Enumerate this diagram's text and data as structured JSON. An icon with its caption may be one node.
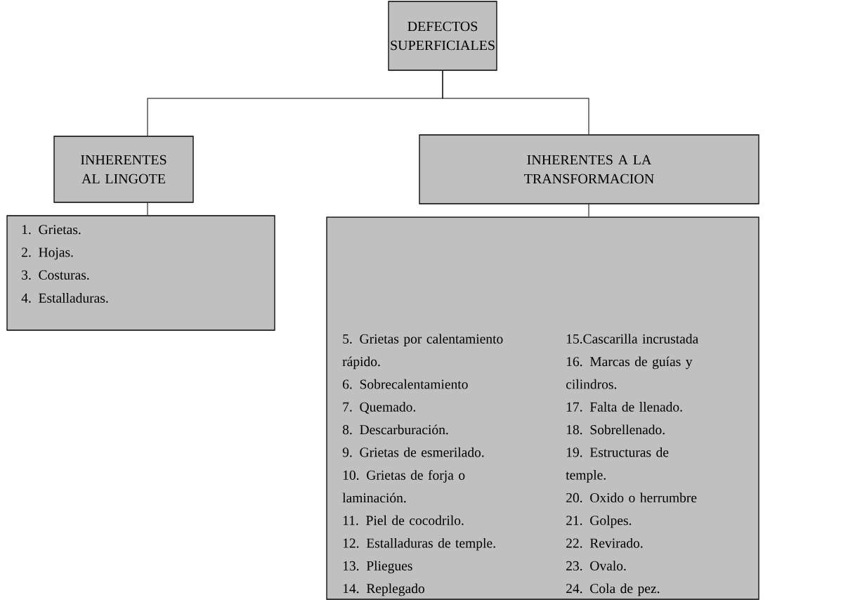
{
  "diagram": {
    "nodes": [
      {
        "text": [
          "DEFECTOS SUPERFICIALES"
        ]
      },
      {
        "text": [
          "INHERENTES AL LINGOTE"
        ]
      },
      {
        "text": [
          "INHERENTES A LA TRANSFORMACION"
        ]
      },
      {
        "text": [
          "1. Grietas.",
          "2. Hojas.",
          "3. Costuras.",
          "4. Estalladuras."
        ]
      },
      {
        "text": [
          "5. Grietas por calentamiento rápido.",
          "6. Sobrecalentamiento",
          "7. Quemado.",
          "8. Descarburación.",
          "9. Grietas de esmerilado.",
          "10. Grietas de forja o laminación.",
          "11. Piel de cocodrilo.",
          "12. Estalladuras de temple.",
          "13. Pliegues",
          "14. Replegado",
          "15.Cascarilla incrustada",
          "16. Marcas de guías y cilindros.",
          "17. Falta de llenado.",
          "18. Sobrellenado.",
          "19. Estructuras de temple.",
          "20. Oxido o herrumbre",
          "21. Golpes.",
          "22. Revirado.",
          "23. Ovalo.",
          "24. Cola de pez."
        ]
      }
    ],
    "edges": [
      {
        "from": 0,
        "to": 1,
        "arrow": "none"
      },
      {
        "from": 0,
        "to": 2,
        "arrow": "none"
      },
      {
        "from": 1,
        "to": 3,
        "arrow": "none"
      },
      {
        "from": 2,
        "to": 4,
        "arrow": "none"
      }
    ]
  }
}
